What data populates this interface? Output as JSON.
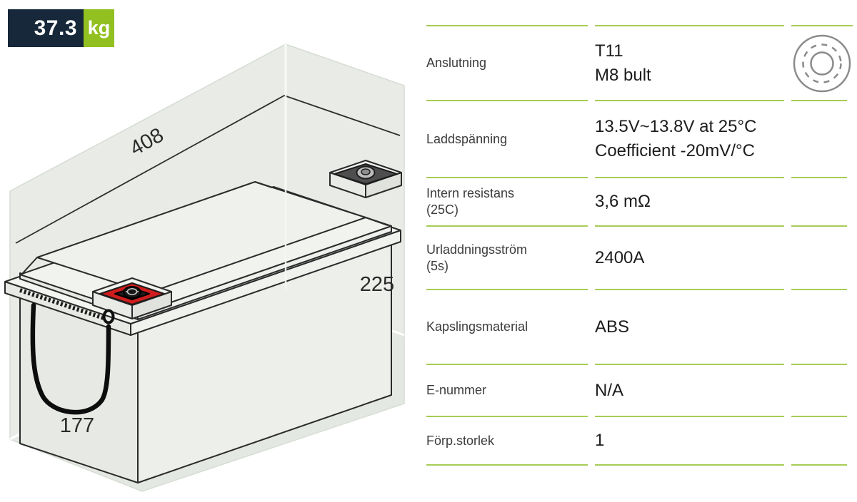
{
  "weight_badge": {
    "value": "37.3",
    "unit": "kg"
  },
  "diagram": {
    "length_mm": "408",
    "height_mm": "225",
    "depth_mm": "177"
  },
  "colors": {
    "badge_navy": "#16283a",
    "badge_green": "#92c020",
    "divider_green": "#a6cd55",
    "terminal_red": "#cf1d1d"
  },
  "table": {
    "rows": [
      {
        "label": "Anslutning",
        "value": "T11",
        "value2": "M8 bult",
        "icon": "terminal-top-view-icon"
      },
      {
        "label": "Laddspänning",
        "value": "13.5V~13.8V at 25°C",
        "value2": "Coefficient -20mV/°C"
      },
      {
        "label": "Intern resistans",
        "label2": "(25C)",
        "value": "3,6 mΩ"
      },
      {
        "label": "Urladdningsström",
        "label2": "(5s)",
        "value": "2400A"
      },
      {
        "label": "Kapslingsmaterial",
        "value": "ABS"
      },
      {
        "label": "E-nummer",
        "value": "N/A"
      },
      {
        "label": "Förp.storlek",
        "value": "1"
      }
    ]
  }
}
